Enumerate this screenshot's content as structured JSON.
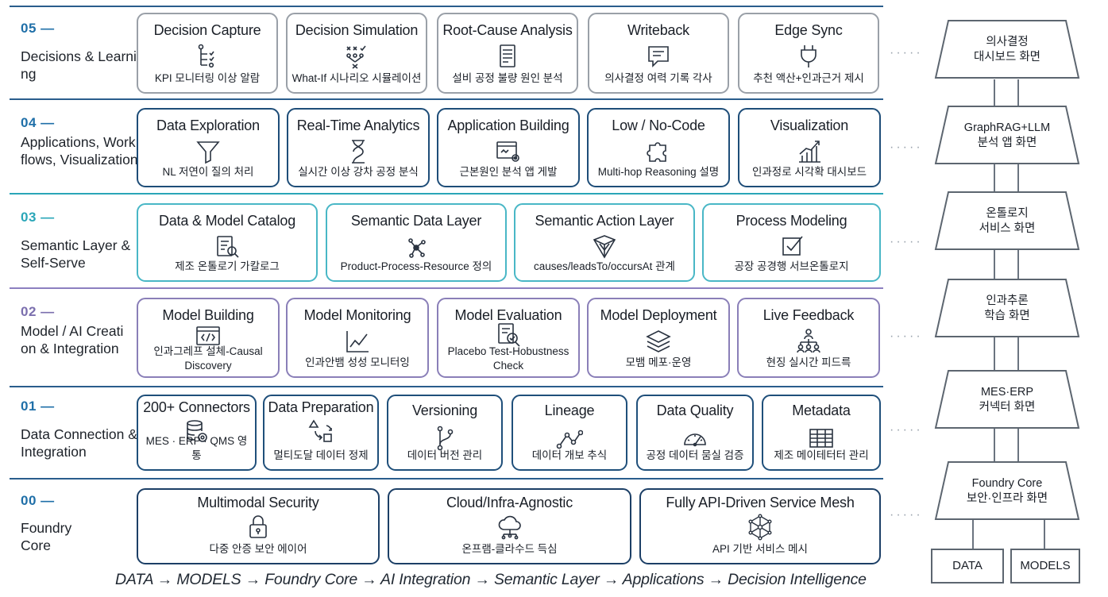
{
  "layers": [
    {
      "num": "05 —",
      "name": "Decisions & Learning",
      "color": "#1f4f7a"
    },
    {
      "num": "04 —",
      "name": "Applications, Workflows, Visualization",
      "color": "#1f4f7a"
    },
    {
      "num": "03 —",
      "name": "Semantic Layer & Self-Serve",
      "color": "#2aa6b8"
    },
    {
      "num": "02 —",
      "name": "Model / AI Creation & Integration",
      "color": "#7b6fae"
    },
    {
      "num": "01 —",
      "name": "Data Connection & Integration",
      "color": "#1f4f7a"
    },
    {
      "num": "00 —",
      "name": "Foundry Core",
      "color": "#1f4f7a"
    }
  ],
  "cards": {
    "l5": [
      {
        "title": "Decision Capture",
        "sub": "KPI 모니터링 이상 알람",
        "icon": "tree-checklist-icon"
      },
      {
        "title": "Decision Simulation",
        "sub": "What-If 시나리오 시뮬레이션",
        "icon": "strategy-play-icon"
      },
      {
        "title": "Root-Cause Analysis",
        "sub": "설비 공정 불량 원인 분석",
        "icon": "document-lines-icon"
      },
      {
        "title": "Writeback",
        "sub": "의사결정 여력 기록 각사",
        "icon": "comment-icon"
      },
      {
        "title": "Edge Sync",
        "sub": "추천 액산+인과근거 제시",
        "icon": "plug-icon"
      }
    ],
    "l4": [
      {
        "title": "Data Exploration",
        "sub": "NL 저연이 질의 처리",
        "icon": "funnel-icon"
      },
      {
        "title": "Real-Time Analytics",
        "sub": "실시간 이상 강차 공정 분식",
        "icon": "hourglass-icon"
      },
      {
        "title": "Application Building",
        "sub": "근본원인 분석 앱 게발",
        "icon": "app-gear-icon"
      },
      {
        "title": "Low / No-Code",
        "sub": "Multi-hop Reasoning 설명",
        "icon": "puzzle-icon"
      },
      {
        "title": "Visualization",
        "sub": "인과정로 시각확 대시보드",
        "icon": "bar-trend-icon"
      }
    ],
    "l3": [
      {
        "title": "Data & Model Catalog",
        "sub": "제조 온톨로기 가칼로그",
        "icon": "catalog-search-icon"
      },
      {
        "title": "Semantic Data Layer",
        "sub": "Product-Process-Resource 정의",
        "icon": "node-graph-icon"
      },
      {
        "title": "Semantic Action Layer",
        "sub": "causes/leadsTo/occursAt 관계",
        "icon": "cube-icon"
      },
      {
        "title": "Process Modeling",
        "sub": "공장 공경행 서브온톨로지",
        "icon": "checkbox-icon"
      }
    ],
    "l2": [
      {
        "title": "Model Building",
        "sub": "인과그레프 설체-Causal Discovery",
        "icon": "code-window-icon"
      },
      {
        "title": "Model Monitoring",
        "sub": "인과안뱀 성성 모니터잉",
        "icon": "line-chart-icon"
      },
      {
        "title": "Model Evaluation",
        "sub": "Placebo Test-Hobustness Check",
        "icon": "doc-magnify-icon"
      },
      {
        "title": "Model Deployment",
        "sub": "모뱀 메포·운영",
        "icon": "layers-icon"
      },
      {
        "title": "Live Feedback",
        "sub": "현징 실시간 피드륵",
        "icon": "org-chart-icon"
      }
    ],
    "l1": [
      {
        "title": "200+ Connectors",
        "sub": "MES · ERP · QMS 영통",
        "icon": "database-gear-icon"
      },
      {
        "title": "Data Preparation",
        "sub": "멀티도달 데이터 정제",
        "icon": "transform-icon"
      },
      {
        "title": "Versioning",
        "sub": "데이터 버전 관리",
        "icon": "branch-icon"
      },
      {
        "title": "Lineage",
        "sub": "데이터 개보 추식",
        "icon": "lineage-icon"
      },
      {
        "title": "Data Quality",
        "sub": "공정 데이터 뭄실 검증",
        "icon": "gauge-icon"
      },
      {
        "title": "Metadata",
        "sub": "제조 메이테터터 관리",
        "icon": "table-grid-icon"
      }
    ],
    "l0": [
      {
        "title": "Multimodal Security",
        "sub": "다중 안증 보안 에이어",
        "icon": "lock-icon"
      },
      {
        "title": "Cloud/Infra-Agnostic",
        "sub": "온프램-클라수드 득심",
        "icon": "cloud-network-icon"
      },
      {
        "title": "Fully API-Driven Service Mesh",
        "sub": "API 기반 서비스 메시",
        "icon": "mesh-icon"
      }
    ]
  },
  "dots": "·····",
  "stack": [
    {
      "line1": "의사결정",
      "line2": "대시보드 화면"
    },
    {
      "line1": "GraphRAG+LLM",
      "line2": "분석 앱 화면"
    },
    {
      "line1": "온톨로지",
      "line2": "서비스 화면"
    },
    {
      "line1": "인과추론",
      "line2": "학습 화면"
    },
    {
      "line1": "MES·ERP",
      "line2": "커넥터 화면"
    },
    {
      "line1": "Foundry Core",
      "line2": "보안·인프라 화면"
    }
  ],
  "base": {
    "data": "DATA",
    "models": "MODELS"
  },
  "flow": "DATA → MODELS → Foundry Core → AI Integration → Semantic Layer → Applications → Decision Intelligence"
}
